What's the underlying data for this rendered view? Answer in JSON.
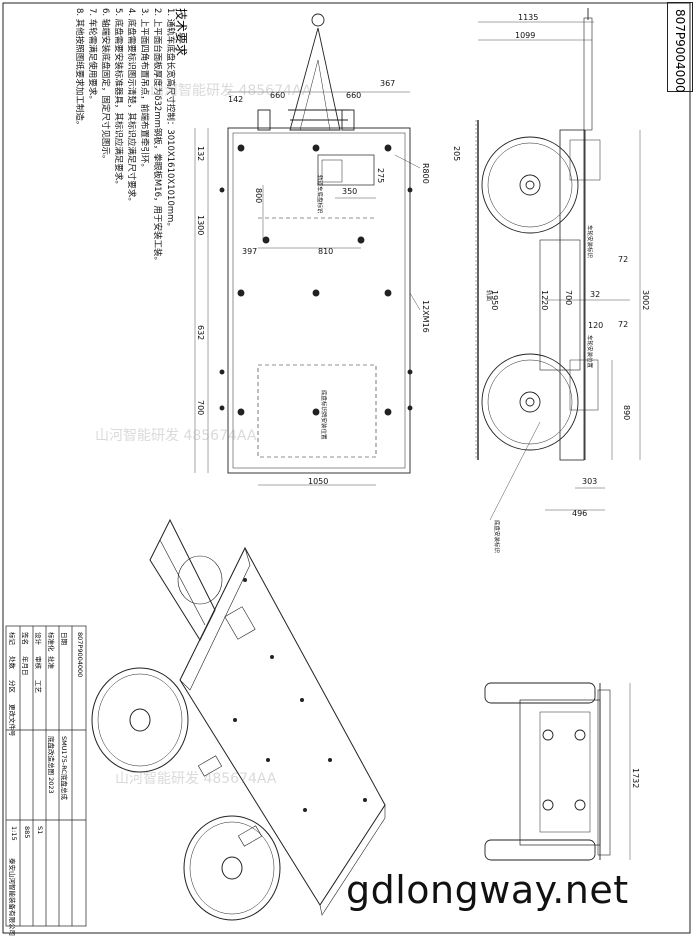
{
  "drawing_number": "807P9004000",
  "tech_notes": {
    "title": "技术要求",
    "items": [
      "1. 通轨车底盘长宽高尺寸控制：3010X1610X1010mm。",
      "2. 上平面台面板厚度为δ32mm钢板，拳眼板M16，用于安装工装。",
      "3. 上平面四角布置吊点，前端布置牵引环。",
      "4. 底盘需要标识图示清楚，其标识应满足尺寸要求。",
      "5. 底盘需要安装标准器具，其标识应满足要求。",
      "6. 轴端安装底盘固定，固定尺寸见图示。",
      "7. 车轮需满足使用要求。",
      "8. 其他按照图纸要求加工制造。"
    ]
  },
  "dims_top": [
    "142",
    "660",
    "660",
    "367",
    "132",
    "205",
    "275",
    "350",
    "800",
    "397",
    "810",
    "1300",
    "632",
    "700",
    "1050",
    "R800",
    "12XM16"
  ],
  "dims_side": [
    "1135",
    "1099",
    "1950",
    "1220",
    "700",
    "32",
    "72",
    "120",
    "72",
    "3002",
    "890",
    "303",
    "496"
  ],
  "dims_front": [
    "1732"
  ],
  "labels": {
    "side_note1": "车轮安装标识",
    "side_note2": "车轮安装位置",
    "side_note3": "底盘安装标识",
    "top_note1": "轨道车底盘标识",
    "top_note2": "底盘标识牌安装位置",
    "ground": "轨面"
  },
  "title_block": {
    "code": "807P9004000",
    "name": "SMU175-RC底盘总成",
    "name2": "底盘改造总图 2023",
    "scale": "1:15",
    "weight": "885",
    "sheet": "S1",
    "company": "泰安山河智能装备有限公司",
    "rows": [
      "标记",
      "处数",
      "分区",
      "更改文件号",
      "签名",
      "年月日",
      "设计",
      "审核",
      "工艺",
      "标准化",
      "批准",
      "日期"
    ]
  },
  "watermarks": [
    "山河智能研发 485674AA",
    "山河智能研发 485674AA",
    "山河智能研发 485674AA"
  ],
  "website": "gdlongway.net"
}
